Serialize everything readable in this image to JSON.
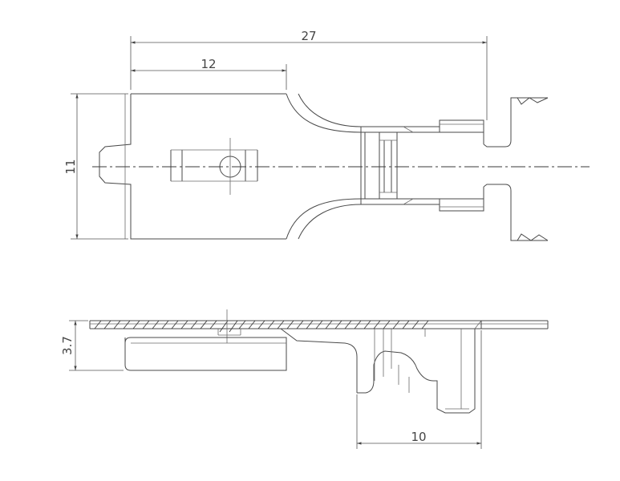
{
  "dimensions": {
    "overall_length": "27",
    "tab_length": "12",
    "height": "11",
    "thickness": "3.7",
    "crimp_length": "10"
  }
}
